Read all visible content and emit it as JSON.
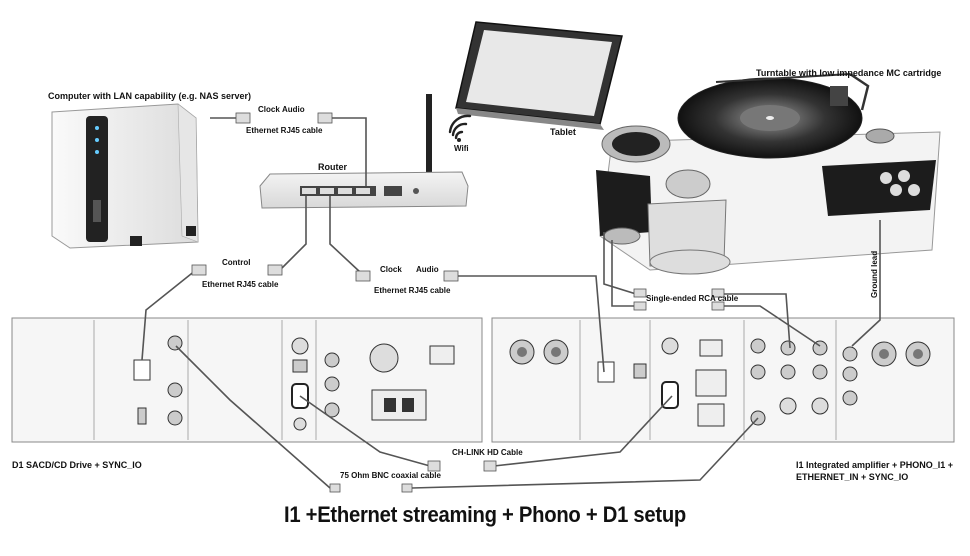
{
  "title": "I1 +Ethernet streaming + Phono + D1 setup",
  "labels": {
    "computer": "Computer with LAN capability (e.g. NAS server)",
    "tablet": "Tablet",
    "turntable": "Turntable with low impedance MC cartridge",
    "router": "Router",
    "wifi": "Wifi",
    "clock_top": "Clock",
    "audio_top": "Audio",
    "ethernet_top": "Ethernet RJ45 cable",
    "control": "Control",
    "ethernet_left": "Ethernet RJ45 cable",
    "clock_mid": "Clock",
    "audio_mid": "Audio",
    "ethernet_mid": "Ethernet RJ45 cable",
    "rca": "Single-ended RCA cable",
    "ground": "Ground lead",
    "chlink": "CH-LINK HD Cable",
    "bnc": "75 Ohm BNC coaxial cable",
    "d1": "D1 SACD/CD Drive + SYNC_IO",
    "i1_line1": "I1 Integrated amplifier + PHONO_I1 +",
    "i1_line2": "ETHERNET_IN + SYNC_IO"
  }
}
